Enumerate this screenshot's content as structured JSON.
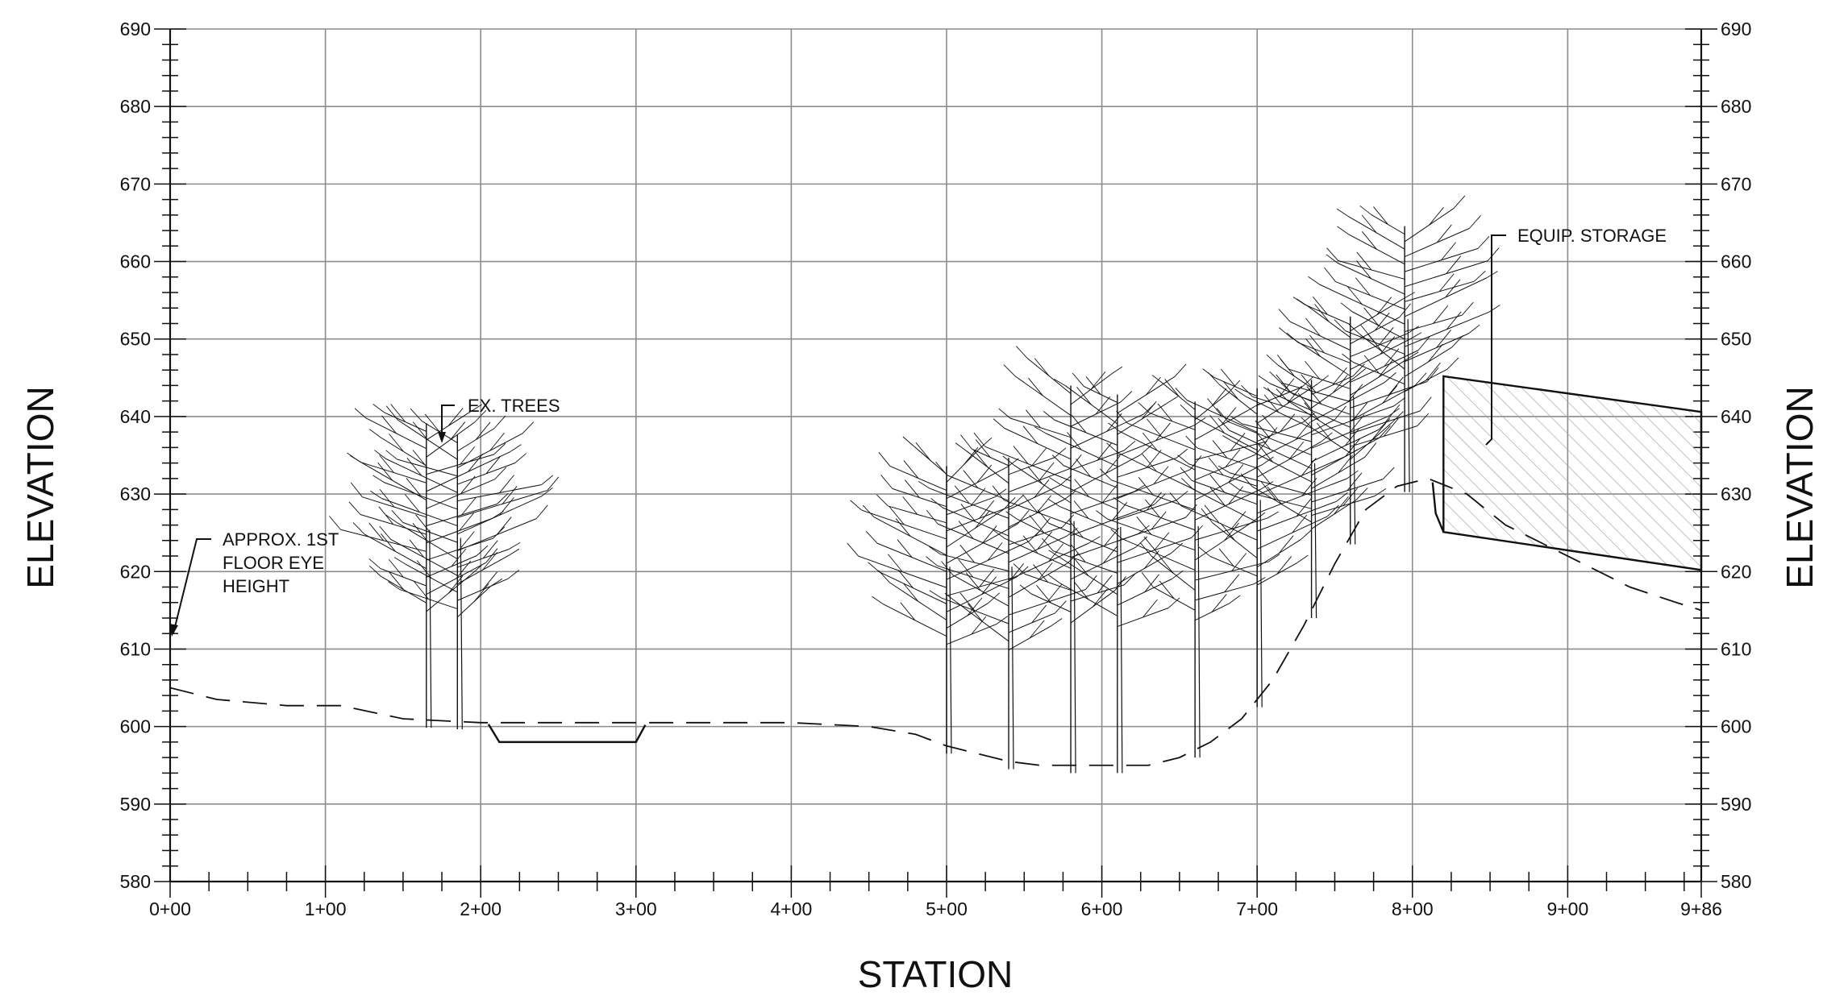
{
  "chart_data": {
    "type": "line",
    "xlabel": "STATION",
    "ylabel_left": "ELEVATION",
    "ylabel_right": "ELEVATION",
    "xlim": [
      0,
      986
    ],
    "ylim": [
      580,
      690
    ],
    "grid": true,
    "x_ticks": [
      0,
      100,
      200,
      300,
      400,
      500,
      600,
      700,
      800,
      900,
      986
    ],
    "x_tick_labels": [
      "0+00",
      "1+00",
      "2+00",
      "3+00",
      "4+00",
      "5+00",
      "6+00",
      "7+00",
      "8+00",
      "9+00",
      "9+86"
    ],
    "y_ticks": [
      580,
      590,
      600,
      610,
      620,
      630,
      640,
      650,
      660,
      670,
      680,
      690
    ],
    "y_tick_labels": [
      "580",
      "590",
      "600",
      "610",
      "620",
      "630",
      "640",
      "650",
      "660",
      "670",
      "680",
      "690"
    ],
    "series": [
      {
        "style": "dashed",
        "x": [
          0,
          30,
          75,
          110,
          150,
          200,
          270,
          340,
          400,
          450,
          480,
          500,
          520,
          540,
          560,
          600,
          630,
          650,
          670,
          690,
          710,
          730,
          750,
          770,
          790,
          810,
          835,
          860,
          900,
          940,
          970,
          986
        ],
        "y": [
          605,
          603.5,
          602.7,
          602.7,
          601,
          600.5,
          600.5,
          600.5,
          600.5,
          600,
          599,
          597.5,
          596.5,
          595.5,
          595,
          595,
          595,
          596,
          598,
          601,
          606,
          613,
          621,
          628,
          631,
          632,
          630,
          626,
          622,
          618,
          616,
          615
        ]
      },
      {
        "style": "solid",
        "name_hidden": "channel",
        "x": [
          205,
          212,
          300,
          306
        ],
        "y": [
          600.3,
          598,
          598,
          600.2
        ]
      }
    ],
    "storage_polygon": {
      "x": [
        820,
        986,
        986,
        820
      ],
      "y": [
        645.2,
        640.6,
        620.2,
        625.1
      ]
    },
    "trees_station": [
      165,
      185,
      500,
      540,
      580,
      610,
      660,
      700,
      735,
      760,
      795
    ]
  },
  "annotations": {
    "ex_trees": "EX. TREES",
    "eye_height_line1": "APPROX. 1ST",
    "eye_height_line2": "FLOOR EYE",
    "eye_height_line3": "HEIGHT",
    "equip_storage": "EQUIP. STORAGE"
  },
  "colors": {
    "ink": "#111111",
    "grid": "#8c8c8c",
    "hatch": "#9a9a9a"
  }
}
